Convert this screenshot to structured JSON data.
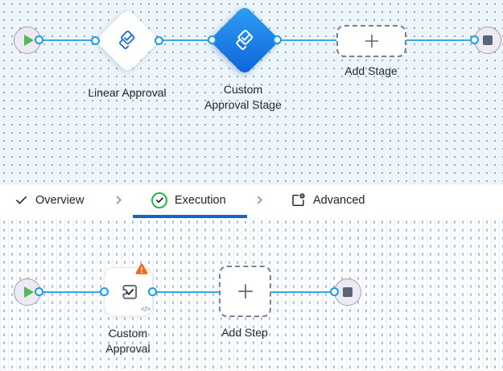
{
  "colors": {
    "edge_blue": "#34aaed",
    "port_ring_blue": "#1b9ae9",
    "active_tab_blue": "#1366c4",
    "selected_gradient_start": "#2f9ff4",
    "selected_gradient_end": "#0d63d9",
    "icon_blue": "#1e6ed6",
    "play_green": "#57b560",
    "stop_gray": "#5b6476",
    "warning_orange": "#f0681e",
    "success_green": "#2bb14c"
  },
  "stage_canvas": {
    "nodes": {
      "start": {
        "icon": "play-icon"
      },
      "linear_approval": {
        "label": "Linear Approval",
        "icon": "approval-stage-icon",
        "selected": false
      },
      "custom_approval_stage": {
        "label": "Custom Approval Stage",
        "icon": "approval-stage-icon",
        "selected": true
      },
      "add_stage": {
        "label": "Add Stage",
        "icon": "plus-icon"
      },
      "end": {
        "icon": "stop-icon"
      }
    }
  },
  "tab_bar": {
    "tabs": [
      {
        "label": "Overview",
        "icon": "check-icon",
        "active": false
      },
      {
        "label": "Execution",
        "icon": "check-circle-icon",
        "active": true
      },
      {
        "label": "Advanced",
        "icon": "page-settings-icon",
        "active": false
      }
    ]
  },
  "step_canvas": {
    "nodes": {
      "start": {
        "icon": "play-icon"
      },
      "custom_approval": {
        "label": "Custom Approval",
        "icon": "puzzle-check-icon",
        "warning": true,
        "code_badge": "</>"
      },
      "add_step": {
        "label": "Add Step",
        "icon": "plus-icon"
      },
      "end": {
        "icon": "stop-icon"
      }
    }
  }
}
